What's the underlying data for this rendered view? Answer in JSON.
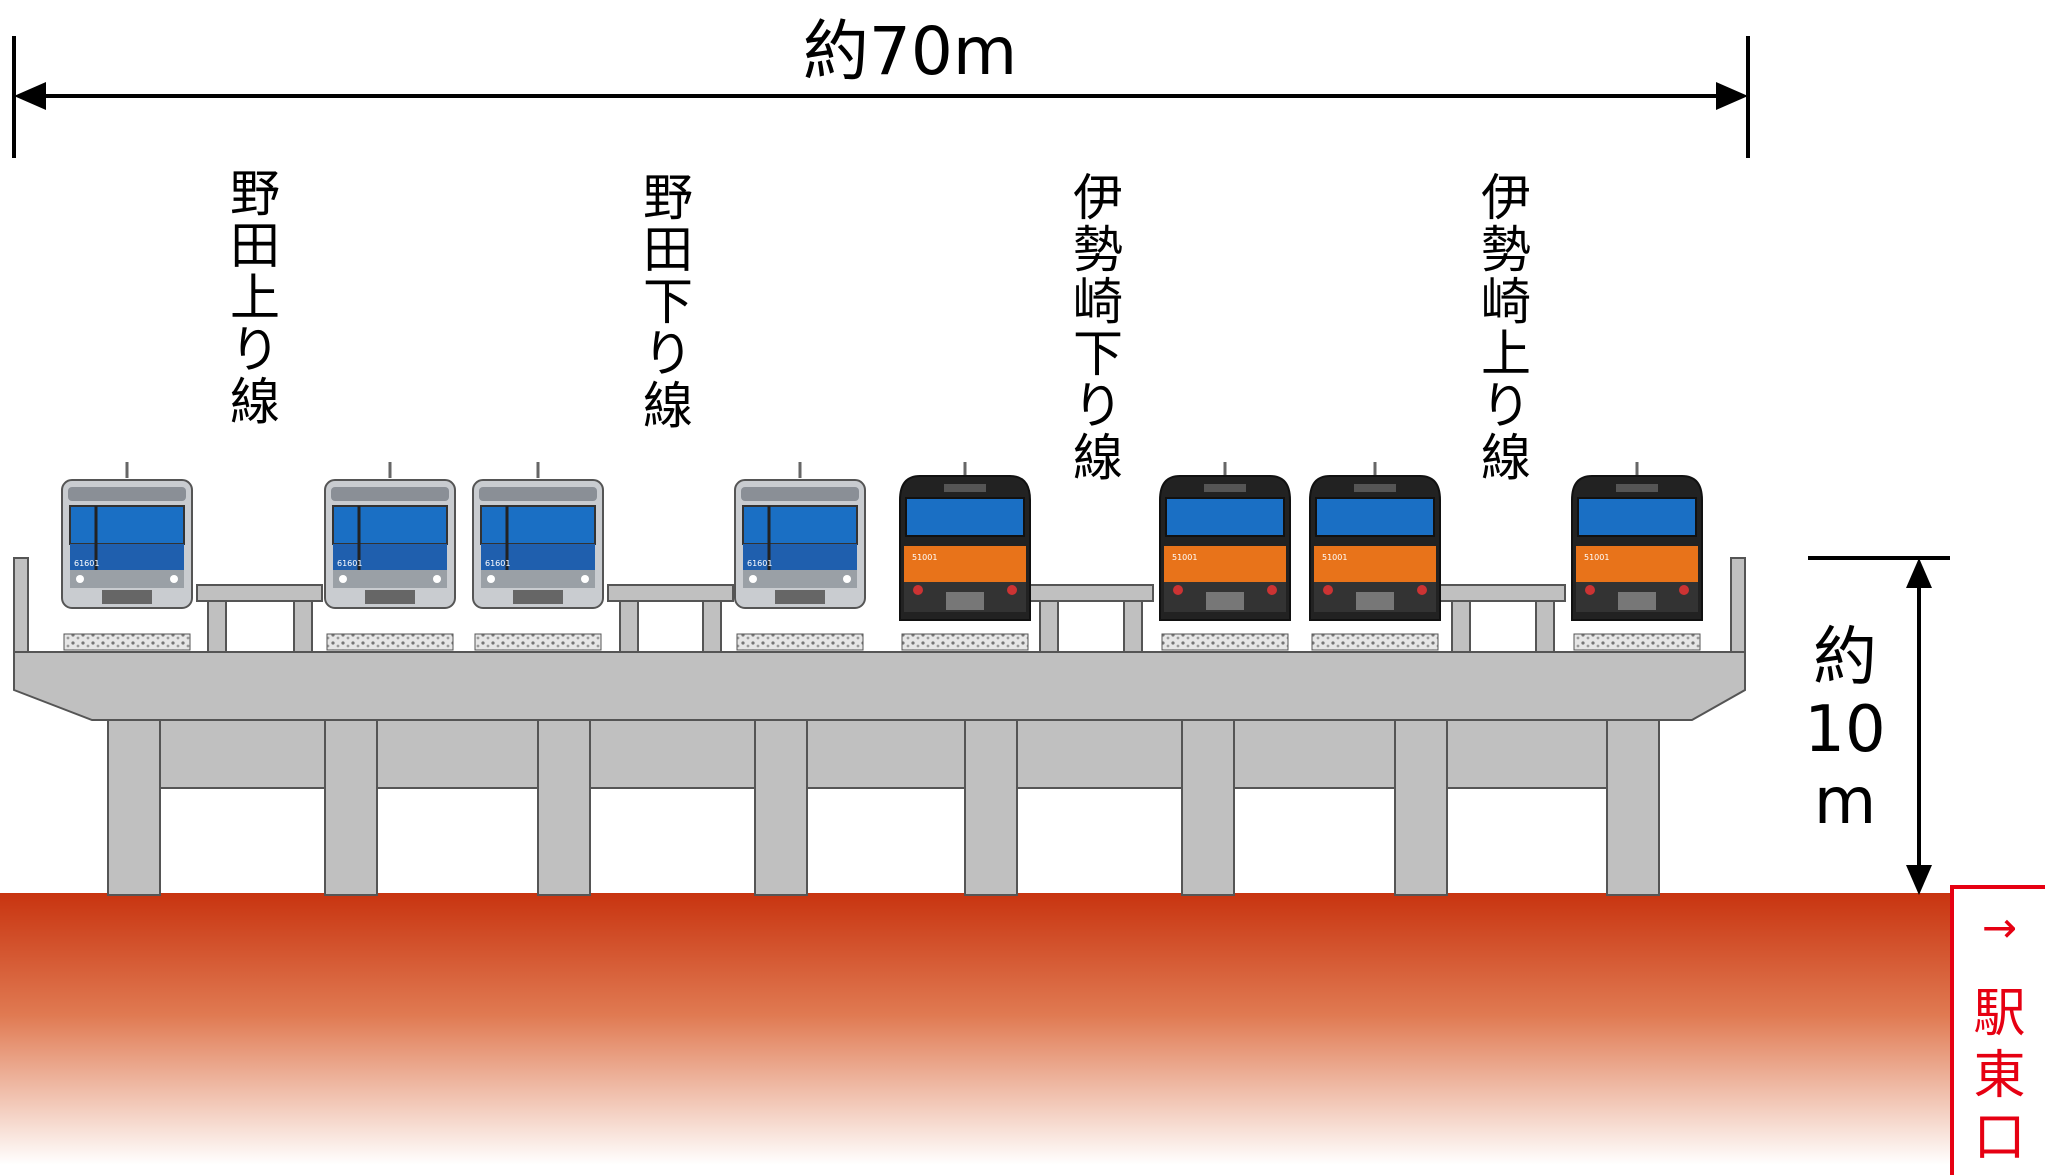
{
  "dimensions": {
    "width_label": "約70m",
    "height_label": "約10m"
  },
  "tracks": [
    {
      "label": "野田上り線"
    },
    {
      "label": "野田下り線"
    },
    {
      "label": "伊勢崎下り線"
    },
    {
      "label": "伊勢崎上り線"
    }
  ],
  "trains": {
    "noda": {
      "number": "61601",
      "body_color": "#c9ccd0",
      "stripe_color": "#1a6fc4"
    },
    "isesaki": {
      "number": "51001",
      "body_color": "#222222",
      "stripe_color": "#1a6fc4",
      "lower_color": "#e8731a"
    }
  },
  "exit": {
    "arrow": "→",
    "label": "駅東口"
  },
  "colors": {
    "viaduct": "#c0c0c0",
    "ground_top": "#c83410",
    "exit_accent": "#e60012"
  }
}
